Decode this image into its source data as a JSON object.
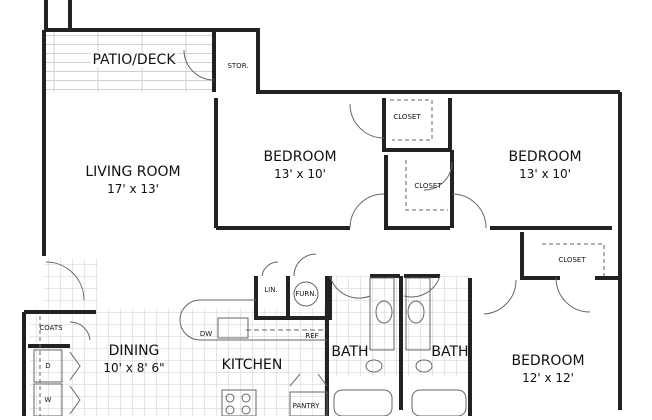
{
  "floorplan": {
    "rooms": [
      {
        "id": "patio",
        "name": "PATIO/DECK",
        "dimensions": ""
      },
      {
        "id": "storage",
        "name": "STOR.",
        "dimensions": ""
      },
      {
        "id": "living",
        "name": "LIVING ROOM",
        "dimensions": "17' x 13'"
      },
      {
        "id": "bedroom1",
        "name": "BEDROOM",
        "dimensions": "13' x 10'"
      },
      {
        "id": "bedroom2",
        "name": "BEDROOM",
        "dimensions": "13' x 10'"
      },
      {
        "id": "bedroom3",
        "name": "BEDROOM",
        "dimensions": "12' x 12'"
      },
      {
        "id": "dining",
        "name": "DINING",
        "dimensions": "10' x 8' 6\""
      },
      {
        "id": "kitchen",
        "name": "KITCHEN",
        "dimensions": ""
      },
      {
        "id": "bath1",
        "name": "BATH",
        "dimensions": ""
      },
      {
        "id": "bath2",
        "name": "BATH",
        "dimensions": ""
      }
    ],
    "closets": [
      "CLOSET",
      "CLOSET",
      "CLOSET"
    ],
    "fixtures": {
      "coats": "COATS",
      "linen": "LIN.",
      "furnace": "FURN.",
      "dishwasher": "DW",
      "refrigerator": "REF",
      "pantry": "PANTRY",
      "dryer": "D",
      "washer": "W"
    },
    "colors": {
      "wall": "#222222",
      "wall_fill": "#d6d6d6",
      "tile": "#cfcfcf",
      "line": "#555555"
    }
  }
}
